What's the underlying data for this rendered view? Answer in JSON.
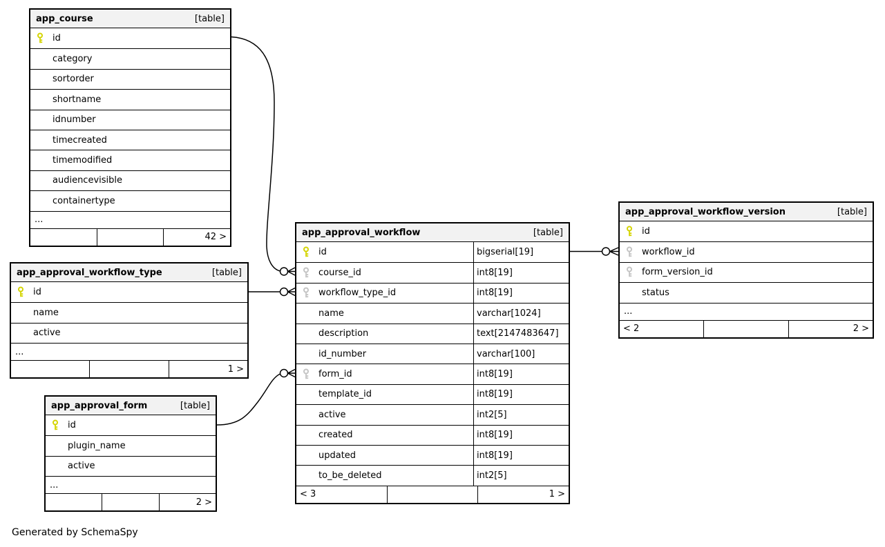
{
  "page": {
    "generated_note": "Generated by SchemaSpy"
  },
  "colors": {
    "primary_key": "#d4d400",
    "foreign_key": "#c4c4c4",
    "header_bg": "#f2f2f2",
    "border": "#000000"
  },
  "tables": [
    {
      "title": "app_course",
      "type_badge": "[table]",
      "ellipsis": "...",
      "columns": [
        {
          "name": "id",
          "icon": "primary-key"
        },
        {
          "name": "category",
          "icon": null
        },
        {
          "name": "sortorder",
          "icon": null
        },
        {
          "name": "shortname",
          "icon": null
        },
        {
          "name": "idnumber",
          "icon": null
        },
        {
          "name": "timecreated",
          "icon": null
        },
        {
          "name": "timemodified",
          "icon": null
        },
        {
          "name": "audiencevisible",
          "icon": null
        },
        {
          "name": "containertype",
          "icon": null
        }
      ],
      "footer": {
        "left": "",
        "center": "",
        "right": "42 >"
      }
    },
    {
      "title": "app_approval_workflow_type",
      "type_badge": "[table]",
      "ellipsis": "...",
      "columns": [
        {
          "name": "id",
          "icon": "primary-key"
        },
        {
          "name": "name",
          "icon": null
        },
        {
          "name": "active",
          "icon": null
        }
      ],
      "footer": {
        "left": "",
        "center": "",
        "right": "1 >"
      }
    },
    {
      "title": "app_approval_form",
      "type_badge": "[table]",
      "ellipsis": "...",
      "columns": [
        {
          "name": "id",
          "icon": "primary-key"
        },
        {
          "name": "plugin_name",
          "icon": null
        },
        {
          "name": "active",
          "icon": null
        }
      ],
      "footer": {
        "left": "",
        "center": "",
        "right": "2 >"
      }
    },
    {
      "title": "app_approval_workflow",
      "type_badge": "[table]",
      "columns": [
        {
          "name": "id",
          "type": "bigserial[19]",
          "icon": "primary-key"
        },
        {
          "name": "course_id",
          "type": "int8[19]",
          "icon": "foreign-key"
        },
        {
          "name": "workflow_type_id",
          "type": "int8[19]",
          "icon": "foreign-key"
        },
        {
          "name": "name",
          "type": "varchar[1024]",
          "icon": null
        },
        {
          "name": "description",
          "type": "text[2147483647]",
          "icon": null
        },
        {
          "name": "id_number",
          "type": "varchar[100]",
          "icon": null
        },
        {
          "name": "form_id",
          "type": "int8[19]",
          "icon": "foreign-key"
        },
        {
          "name": "template_id",
          "type": "int8[19]",
          "icon": null
        },
        {
          "name": "active",
          "type": "int2[5]",
          "icon": null
        },
        {
          "name": "created",
          "type": "int8[19]",
          "icon": null
        },
        {
          "name": "updated",
          "type": "int8[19]",
          "icon": null
        },
        {
          "name": "to_be_deleted",
          "type": "int2[5]",
          "icon": null
        }
      ],
      "footer": {
        "left": "< 3",
        "center": "",
        "right": "1 >"
      }
    },
    {
      "title": "app_approval_workflow_version",
      "type_badge": "[table]",
      "ellipsis": "...",
      "columns": [
        {
          "name": "id",
          "icon": "primary-key"
        },
        {
          "name": "workflow_id",
          "icon": "foreign-key"
        },
        {
          "name": "form_version_id",
          "icon": "foreign-key"
        },
        {
          "name": "status",
          "icon": null
        }
      ],
      "footer": {
        "left": "< 2",
        "center": "",
        "right": "2 >"
      }
    }
  ],
  "relationships": [
    {
      "from": "app_course.id",
      "to": "app_approval_workflow.course_id"
    },
    {
      "from": "app_approval_workflow_type.id",
      "to": "app_approval_workflow.workflow_type_id"
    },
    {
      "from": "app_approval_form.id",
      "to": "app_approval_workflow.form_id"
    },
    {
      "from": "app_approval_workflow.id",
      "to": "app_approval_workflow_version.workflow_id"
    }
  ]
}
